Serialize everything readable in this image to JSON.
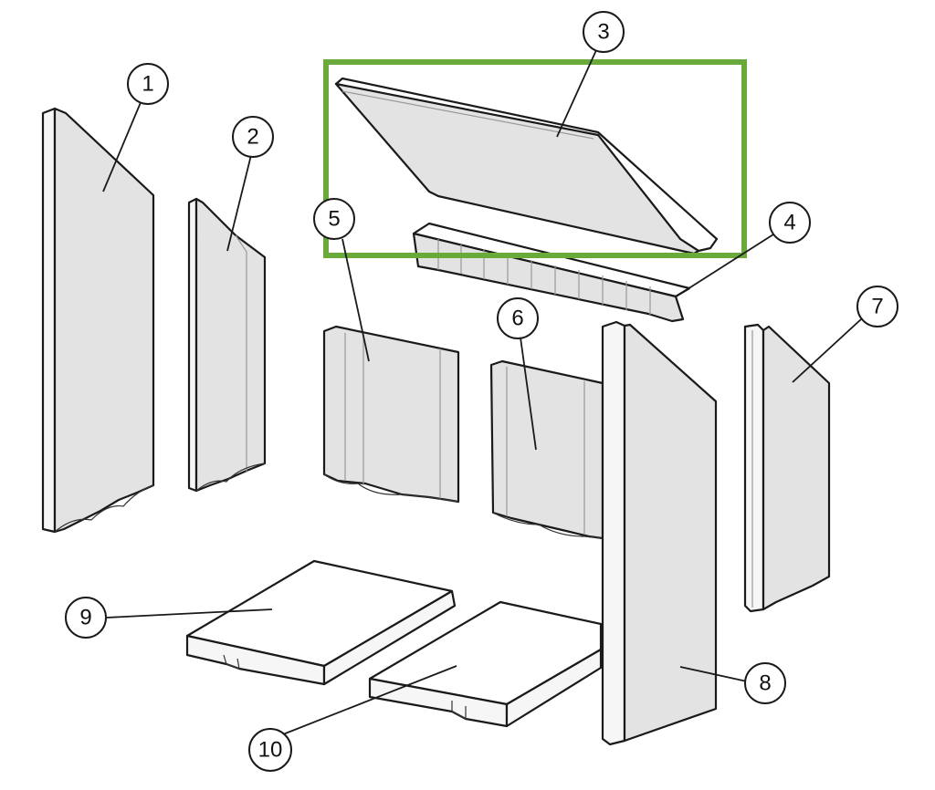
{
  "diagram": {
    "highlight_color": "#6aaa3a",
    "highlighted_part": "3",
    "callouts": [
      {
        "id": "c1",
        "label": "1"
      },
      {
        "id": "c2",
        "label": "2"
      },
      {
        "id": "c3",
        "label": "3"
      },
      {
        "id": "c4",
        "label": "4"
      },
      {
        "id": "c5",
        "label": "5"
      },
      {
        "id": "c6",
        "label": "6"
      },
      {
        "id": "c7",
        "label": "7"
      },
      {
        "id": "c8",
        "label": "8"
      },
      {
        "id": "c9",
        "label": "9"
      },
      {
        "id": "c10",
        "label": "10"
      }
    ]
  }
}
